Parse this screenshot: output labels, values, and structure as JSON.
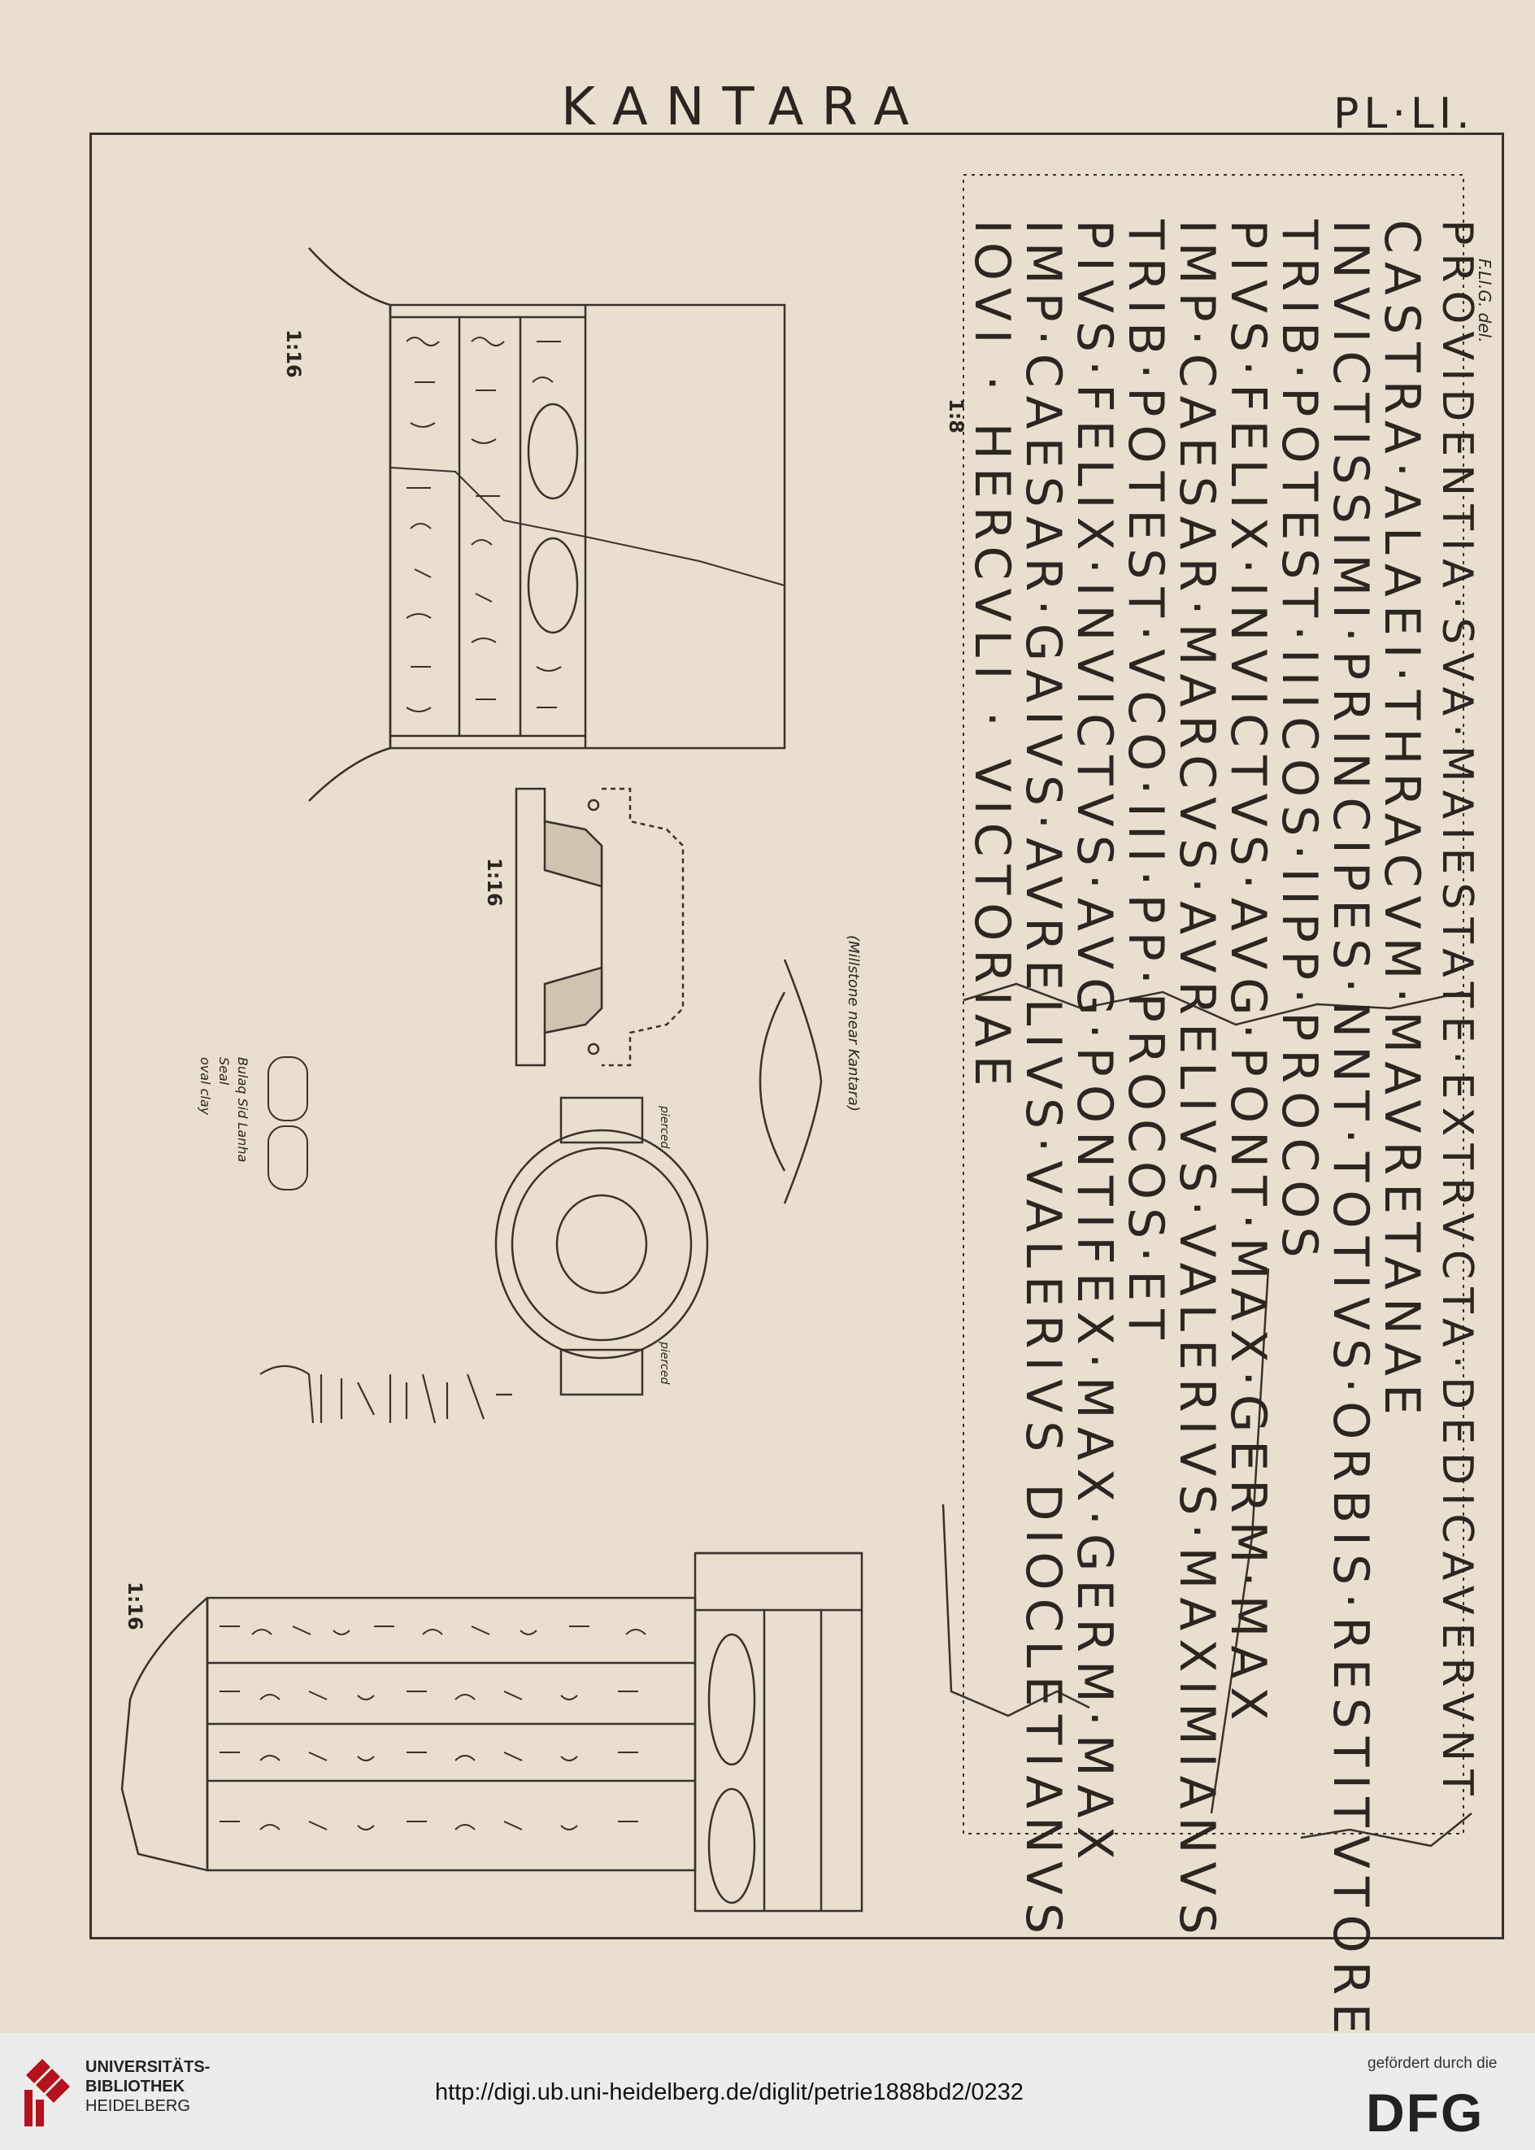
{
  "header": {
    "title": "KANTARA",
    "plate": "PL·LI."
  },
  "figures": {
    "scale_top": "1:16",
    "scale_mid": "1:16",
    "scale_bottom": "1:16",
    "scale_insc": "1:8",
    "pierced_1": "pierced",
    "pierced_2": "pierced",
    "millstone_caption": "(Millstone near Kantara)",
    "seal_caption": [
      "oval clay",
      "Seal",
      "Bulaq Sid Lanha"
    ]
  },
  "inscription": {
    "lines": [
      "IOVI · HERCVLI · VICTORIAE",
      "IMP·CAESAR·GAIVS·AVRELIVS·VALERIVS DIOCLETIANVS",
      "PIVS·FELIX·INVICTVS·AVG·PONTIFEX·MAX·GERM·MAX",
      "TRIB·POTEST·VCO·III·PP·PROCOS·ET",
      "IMP·CAESAR·MARCVS·AVRELIVS·VALERIVS·MAXIMIANVS",
      "PIVS·FELIX·INVICTVS·AVG·PONT·MAX·GERM·MAX",
      "TRIB·POTEST·IIICOS·IIPP·PROCOS",
      "INVICTISSIMI·PRINCIPES·NNT·TOTIVS·ORBIS·RESTITVTORES",
      "CASTRA·ALAEI·THRACVM·MAVRETANAE",
      "PROVIDENTIA·SVA·MAIESTATE·EXTRVCTA·DEDICAVERVNT"
    ],
    "signature": "F.Ll.G. del."
  },
  "footer": {
    "uni_name": [
      "UNIVERSITÄTS-",
      "BIBLIOTHEK",
      "HEIDELBERG"
    ],
    "url": "http://digi.ub.uni-heidelberg.de/diglit/petrie1888bd2/0232",
    "funded_by": "gefördert durch die",
    "dfg": "DFG"
  },
  "colors": {
    "paper": "#e8dfce",
    "ink": "#2c2620",
    "footer": "#ececec",
    "logo_red": "#b5121b"
  }
}
